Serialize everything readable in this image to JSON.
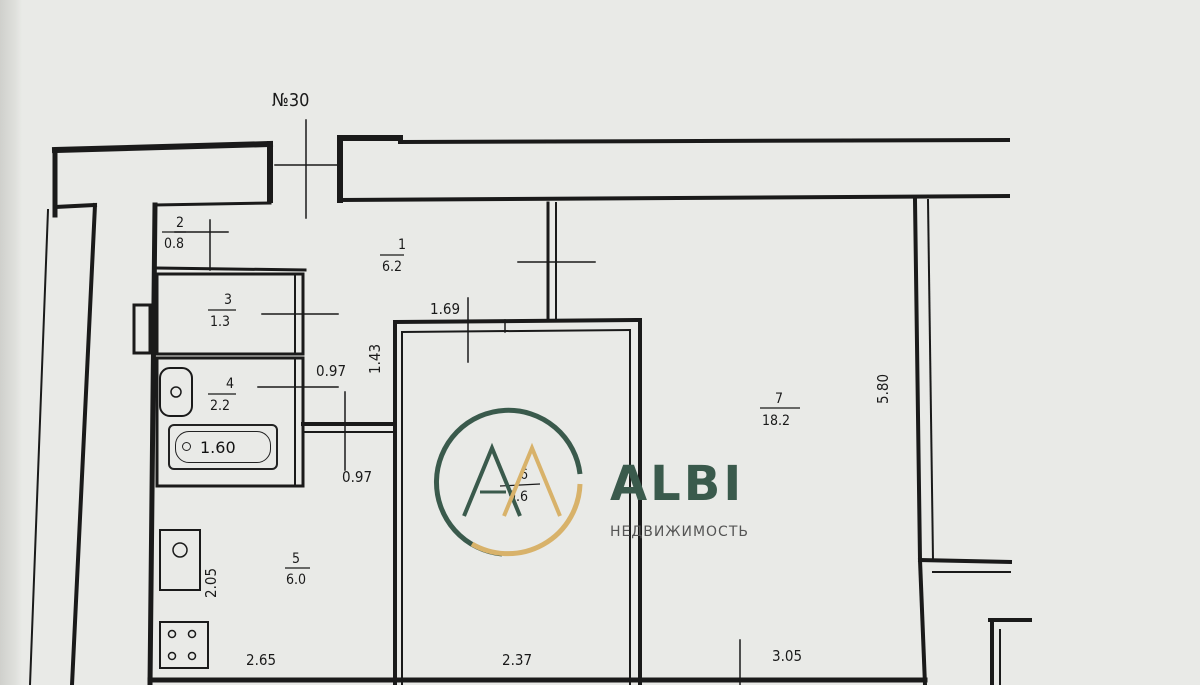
{
  "plan": {
    "apartment_no": "№30",
    "rooms": [
      {
        "num": "1",
        "area": "6.2"
      },
      {
        "num": "2",
        "area": "0.8"
      },
      {
        "num": "3",
        "area": "1.3"
      },
      {
        "num": "4",
        "area": "2.2"
      },
      {
        "num": "5",
        "area": "6.0"
      },
      {
        "num": "6",
        "area": "9.6"
      },
      {
        "num": "7",
        "area": "18.2"
      }
    ],
    "dimensions": {
      "d169": "1.69",
      "d097a": "0.97",
      "d097b": "0.97",
      "d143": "1.43",
      "d580": "5.80",
      "d205": "2.05",
      "d265": "2.65",
      "d237": "2.37",
      "d305": "3.05"
    },
    "bath_size": "1.60"
  },
  "watermark": {
    "brand": "ALBI",
    "subtitle": "НЕДВИЖИМОСТЬ",
    "colors": {
      "green": "#3a5a4c",
      "gold": "#d8b26a"
    }
  }
}
